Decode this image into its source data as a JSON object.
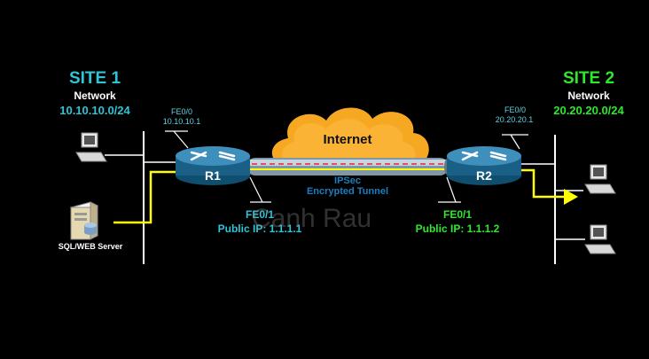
{
  "colors": {
    "background": "#000000",
    "site1": "#2fc4d6",
    "site2": "#2ee82e",
    "link": "#ffff00",
    "cloud": "#f7a823",
    "router": "#1f6f9a",
    "tunnel_text": "#1a7fc0"
  },
  "site1": {
    "title": "SITE 1",
    "subtitle": "Network",
    "network": "10.10.10.0/24"
  },
  "site2": {
    "title": "SITE 2",
    "subtitle": "Network",
    "network": "20.20.20.0/24"
  },
  "r1": {
    "label": "R1",
    "fe00": "FE0/0",
    "fe00_ip": "10.10.10.1",
    "fe01": "FE0/1",
    "public_ip": "Public IP: 1.1.1.1"
  },
  "r2": {
    "label": "R2",
    "fe00": "FE0/0",
    "fe00_ip": "20.20.20.1",
    "fe01": "FE0/1",
    "public_ip": "Public IP: 1.1.1.2"
  },
  "cloud": {
    "label": "Internet"
  },
  "tunnel": {
    "line1": "IPSec",
    "line2": "Encrypted Tunnel"
  },
  "server": {
    "label": "SQL/WEB Server"
  },
  "watermark": "Canh Rau"
}
